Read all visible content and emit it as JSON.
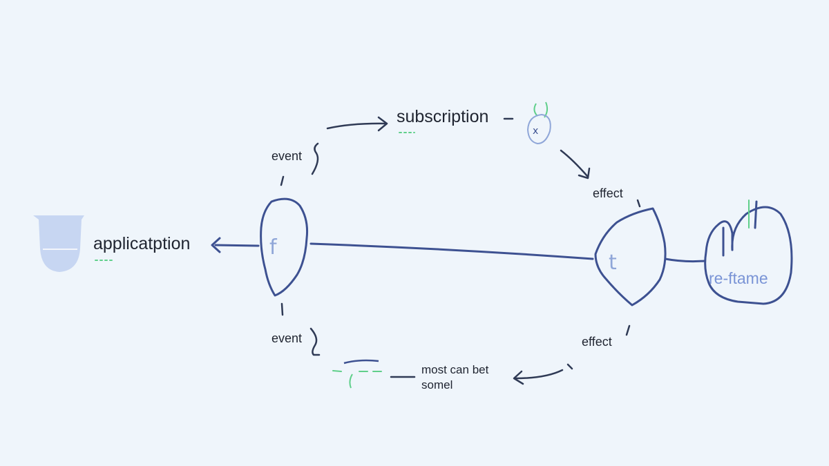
{
  "labels": {
    "application": "applicatption",
    "subscription": "subscription",
    "event_top": "event",
    "event_bottom": "event",
    "effect_top": "effect",
    "effect_bottom": "effect",
    "bottom_note_line1": "most can bet",
    "bottom_note_line2": "somel",
    "reframe": "re-ftame"
  },
  "node_glyphs": {
    "left": "f",
    "right": "t"
  },
  "colors": {
    "background": "#eff5fb",
    "stroke": "#3d5191",
    "dark_stroke": "#2f3a55",
    "accent_green": "#5fcf8a",
    "cup": "#bfd0f0",
    "glyph": "#8fa6d8"
  },
  "icons": [
    "cup-icon",
    "bug-icon",
    "hand-icon"
  ]
}
